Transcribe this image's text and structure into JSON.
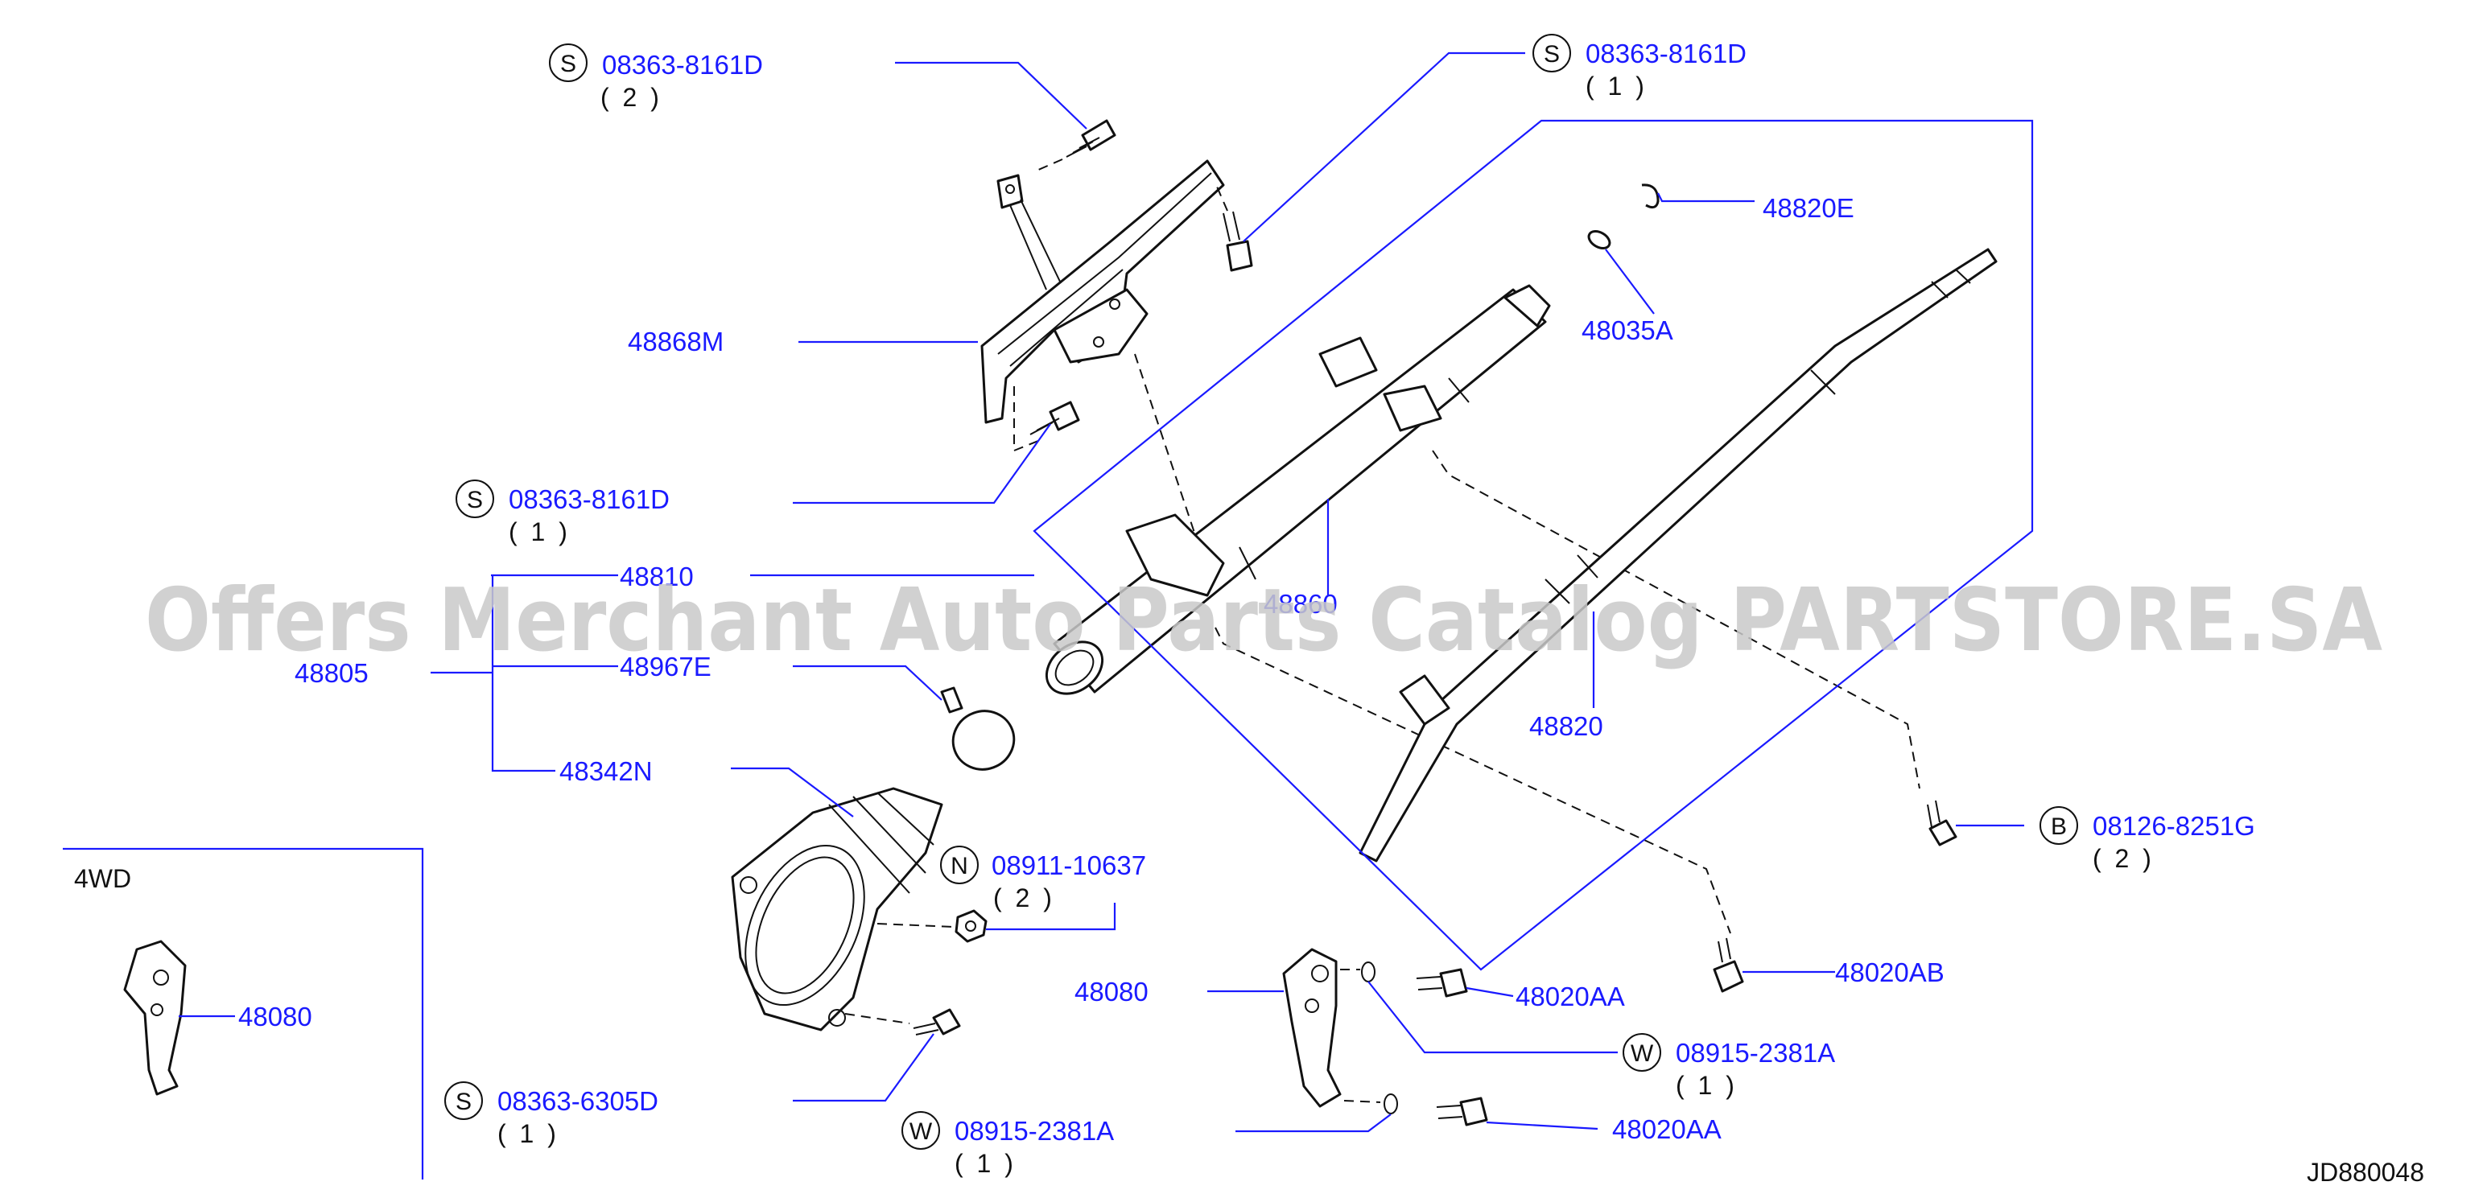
{
  "labels": {
    "l1": "08363-8161D",
    "q1": "( 2 )",
    "l2": "08363-8161D",
    "q2": "( 1 )",
    "l3": "48820E",
    "l4": "48035A",
    "l5": "48868M",
    "l6": "08363-8161D",
    "q6": "( 1 )",
    "l7": "48810",
    "l8": "48860",
    "l9": "48805",
    "l10": "48967E",
    "l11": "48820",
    "l12": "48342N",
    "l13": "08126-8251G",
    "q13": "( 2 )",
    "l14": "08911-10637",
    "q14": "( 2 )",
    "l15": "48080",
    "l16": "48020AB",
    "l17": "48020AA",
    "l18": "08915-2381A",
    "q18": "( 1 )",
    "l19": "08363-6305D",
    "q19": "( 1 )",
    "l20": "08915-2381A",
    "q20": "( 1 )",
    "l21": "48020AA",
    "l22": "48080"
  },
  "prefixes": {
    "s1": "S",
    "s2": "S",
    "s6": "S",
    "b13": "B",
    "n14": "N",
    "w18": "W",
    "s19": "S",
    "w20": "W"
  },
  "inset_title": "4WD",
  "diagram_code": "JD880048",
  "watermark": "Offers Merchant Auto Parts Catalog PARTSTORE.SA",
  "colors": {
    "label_blue": "#1a1aff",
    "ink": "#111111",
    "watermark_gray": "#c9c9c9"
  }
}
